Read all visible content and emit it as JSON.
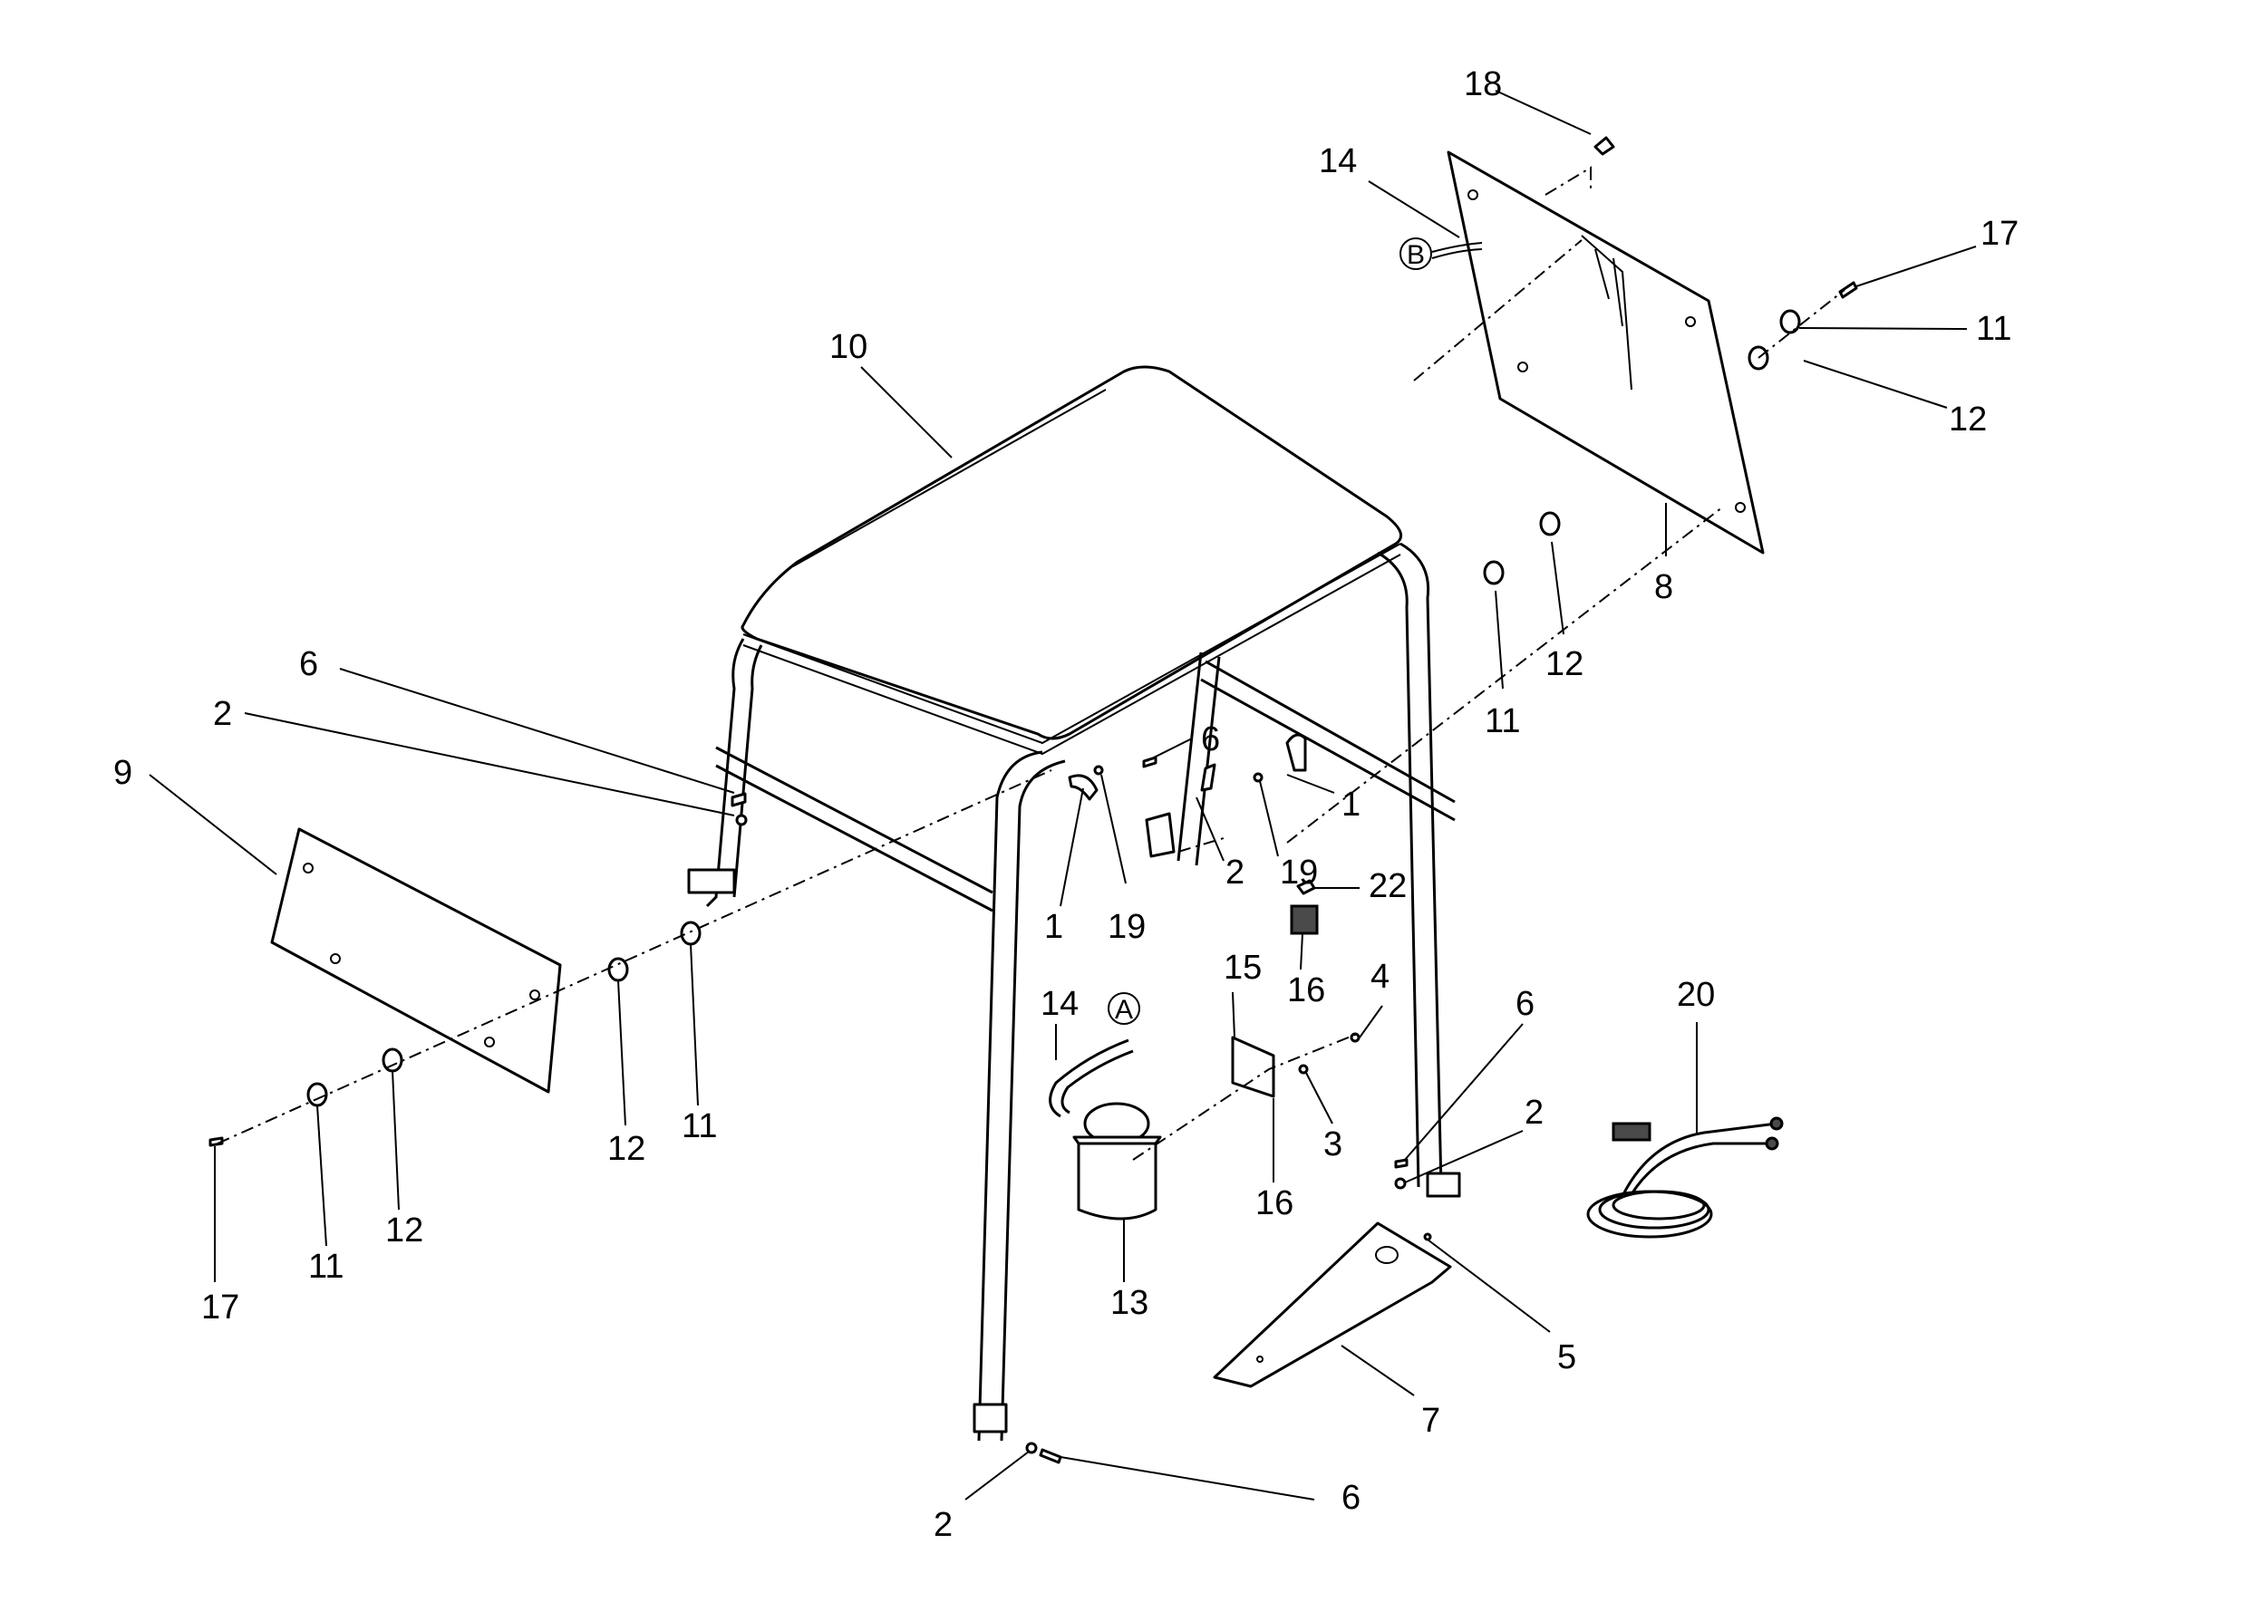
{
  "colors": {
    "ink": "#000000",
    "paper": "#ffffff",
    "shade": "#4a4a4a"
  },
  "callouts": [
    {
      "label": "18"
    },
    {
      "label": "14"
    },
    {
      "label": "17"
    },
    {
      "label": "11"
    },
    {
      "label": "12"
    },
    {
      "label": "10"
    },
    {
      "label": "8"
    },
    {
      "label": "12"
    },
    {
      "label": "11"
    },
    {
      "label": "6"
    },
    {
      "label": "2"
    },
    {
      "label": "9"
    },
    {
      "label": "6"
    },
    {
      "label": "1"
    },
    {
      "label": "19"
    },
    {
      "label": "2"
    },
    {
      "label": "1"
    },
    {
      "label": "19"
    },
    {
      "label": "22"
    },
    {
      "label": "16"
    },
    {
      "label": "15"
    },
    {
      "label": "4"
    },
    {
      "label": "14"
    },
    {
      "label": "6"
    },
    {
      "label": "20"
    },
    {
      "label": "2"
    },
    {
      "label": "3"
    },
    {
      "label": "16"
    },
    {
      "label": "13"
    },
    {
      "label": "12"
    },
    {
      "label": "11"
    },
    {
      "label": "11"
    },
    {
      "label": "12"
    },
    {
      "label": "17"
    },
    {
      "label": "5"
    },
    {
      "label": "7"
    },
    {
      "label": "6"
    },
    {
      "label": "2"
    }
  ],
  "reference_marks": [
    {
      "letter": "B"
    },
    {
      "letter": "A"
    }
  ]
}
